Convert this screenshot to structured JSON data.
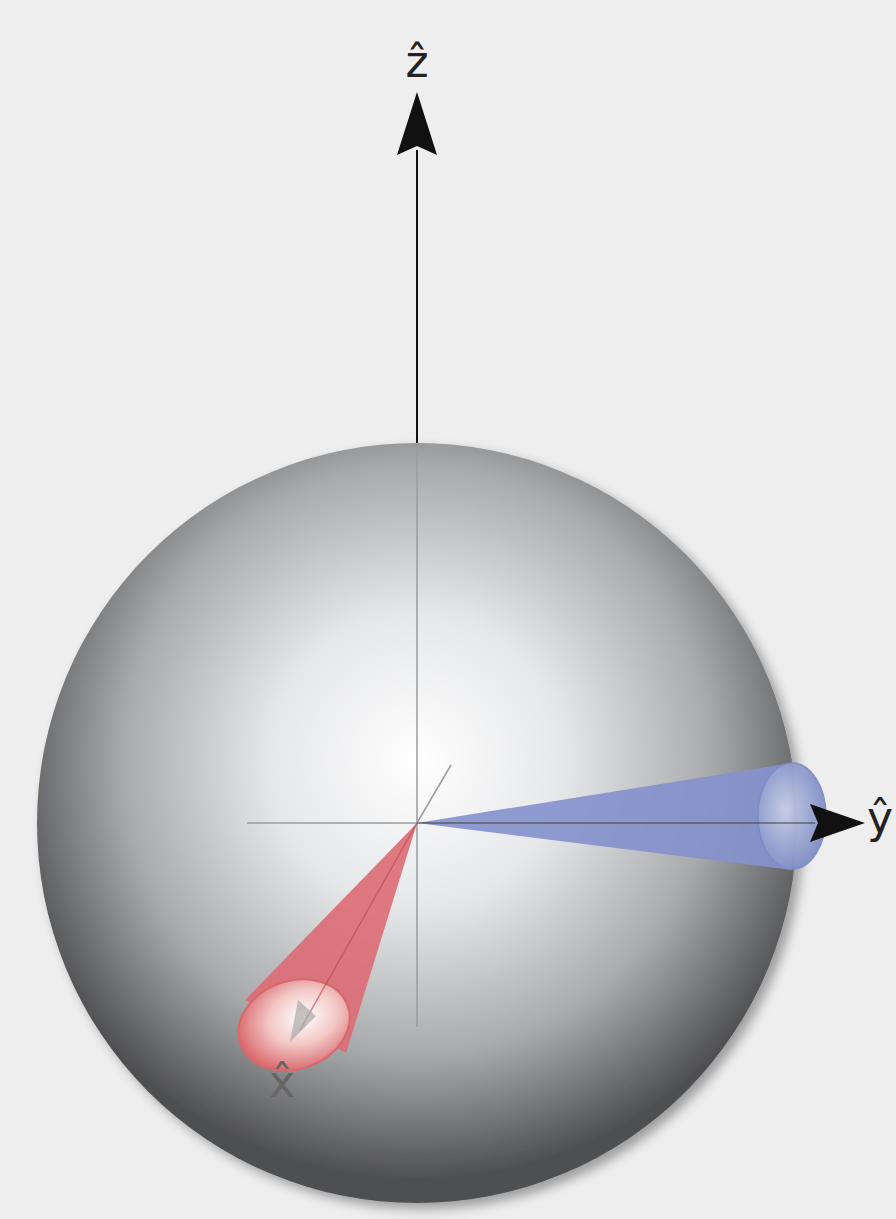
{
  "diagram": {
    "labels": [
      "ẑ",
      "x̂",
      "ŷ"
    ]
  }
}
